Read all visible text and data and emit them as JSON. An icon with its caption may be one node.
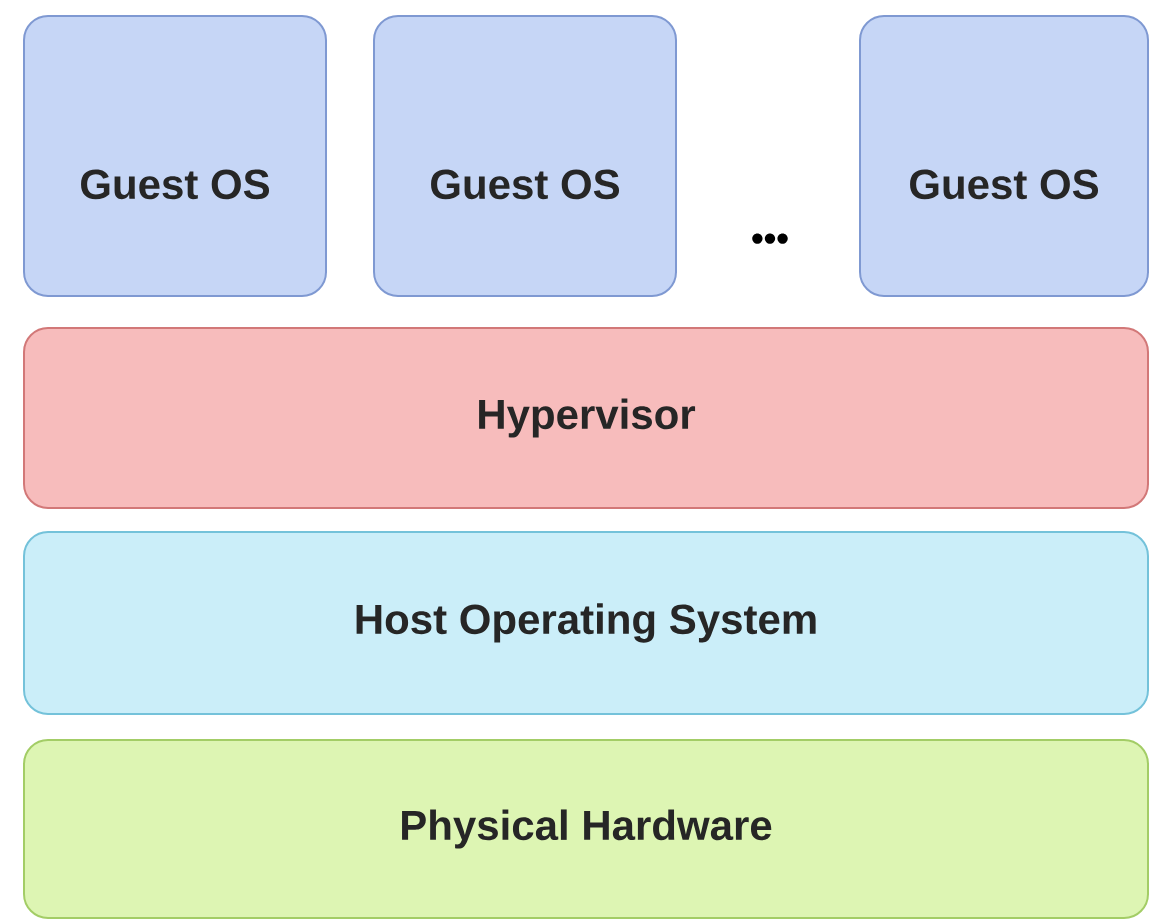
{
  "diagram": {
    "nodes": [
      {
        "text": [
          "Guest OS"
        ]
      },
      {
        "text": [
          "Guest OS"
        ]
      },
      {
        "text": [
          "Guest OS"
        ]
      },
      {
        "text": [
          "Hypervisor"
        ]
      },
      {
        "text": [
          "Host Operating System"
        ]
      },
      {
        "text": [
          "Physical Hardware"
        ]
      }
    ],
    "labels": [
      "•••"
    ]
  }
}
